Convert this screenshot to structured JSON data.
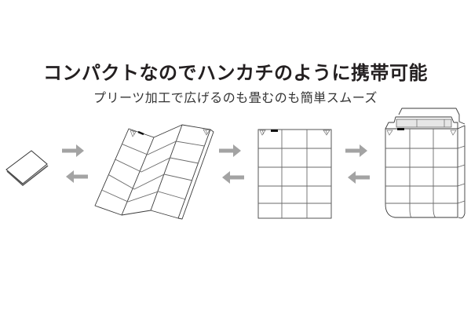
{
  "header": {
    "title": "コンパクトなのでハンカチのように携帯可能",
    "subtitle": "プリーツ加工で広げるのも畳むのも簡単スムーズ"
  },
  "illustration": {
    "steps": [
      {
        "name": "folded-pouch",
        "description": "compact folded handkerchief"
      },
      {
        "name": "pleated-sheet",
        "description": "partially unfolded pleated sheet"
      },
      {
        "name": "flat-sheet",
        "description": "fully unfolded sheet, 3x5 grid"
      },
      {
        "name": "bag",
        "description": "sheet formed into a bag"
      }
    ],
    "arrows": [
      {
        "direction": "right"
      },
      {
        "direction": "left"
      },
      {
        "direction": "right"
      },
      {
        "direction": "left"
      },
      {
        "direction": "right"
      },
      {
        "direction": "left"
      }
    ],
    "colors": {
      "line": "#3a3a3a",
      "arrow": "#a3a3a3",
      "title": "#231f20",
      "tab": "#111111",
      "panel_fill": "#e6e6e6"
    }
  }
}
